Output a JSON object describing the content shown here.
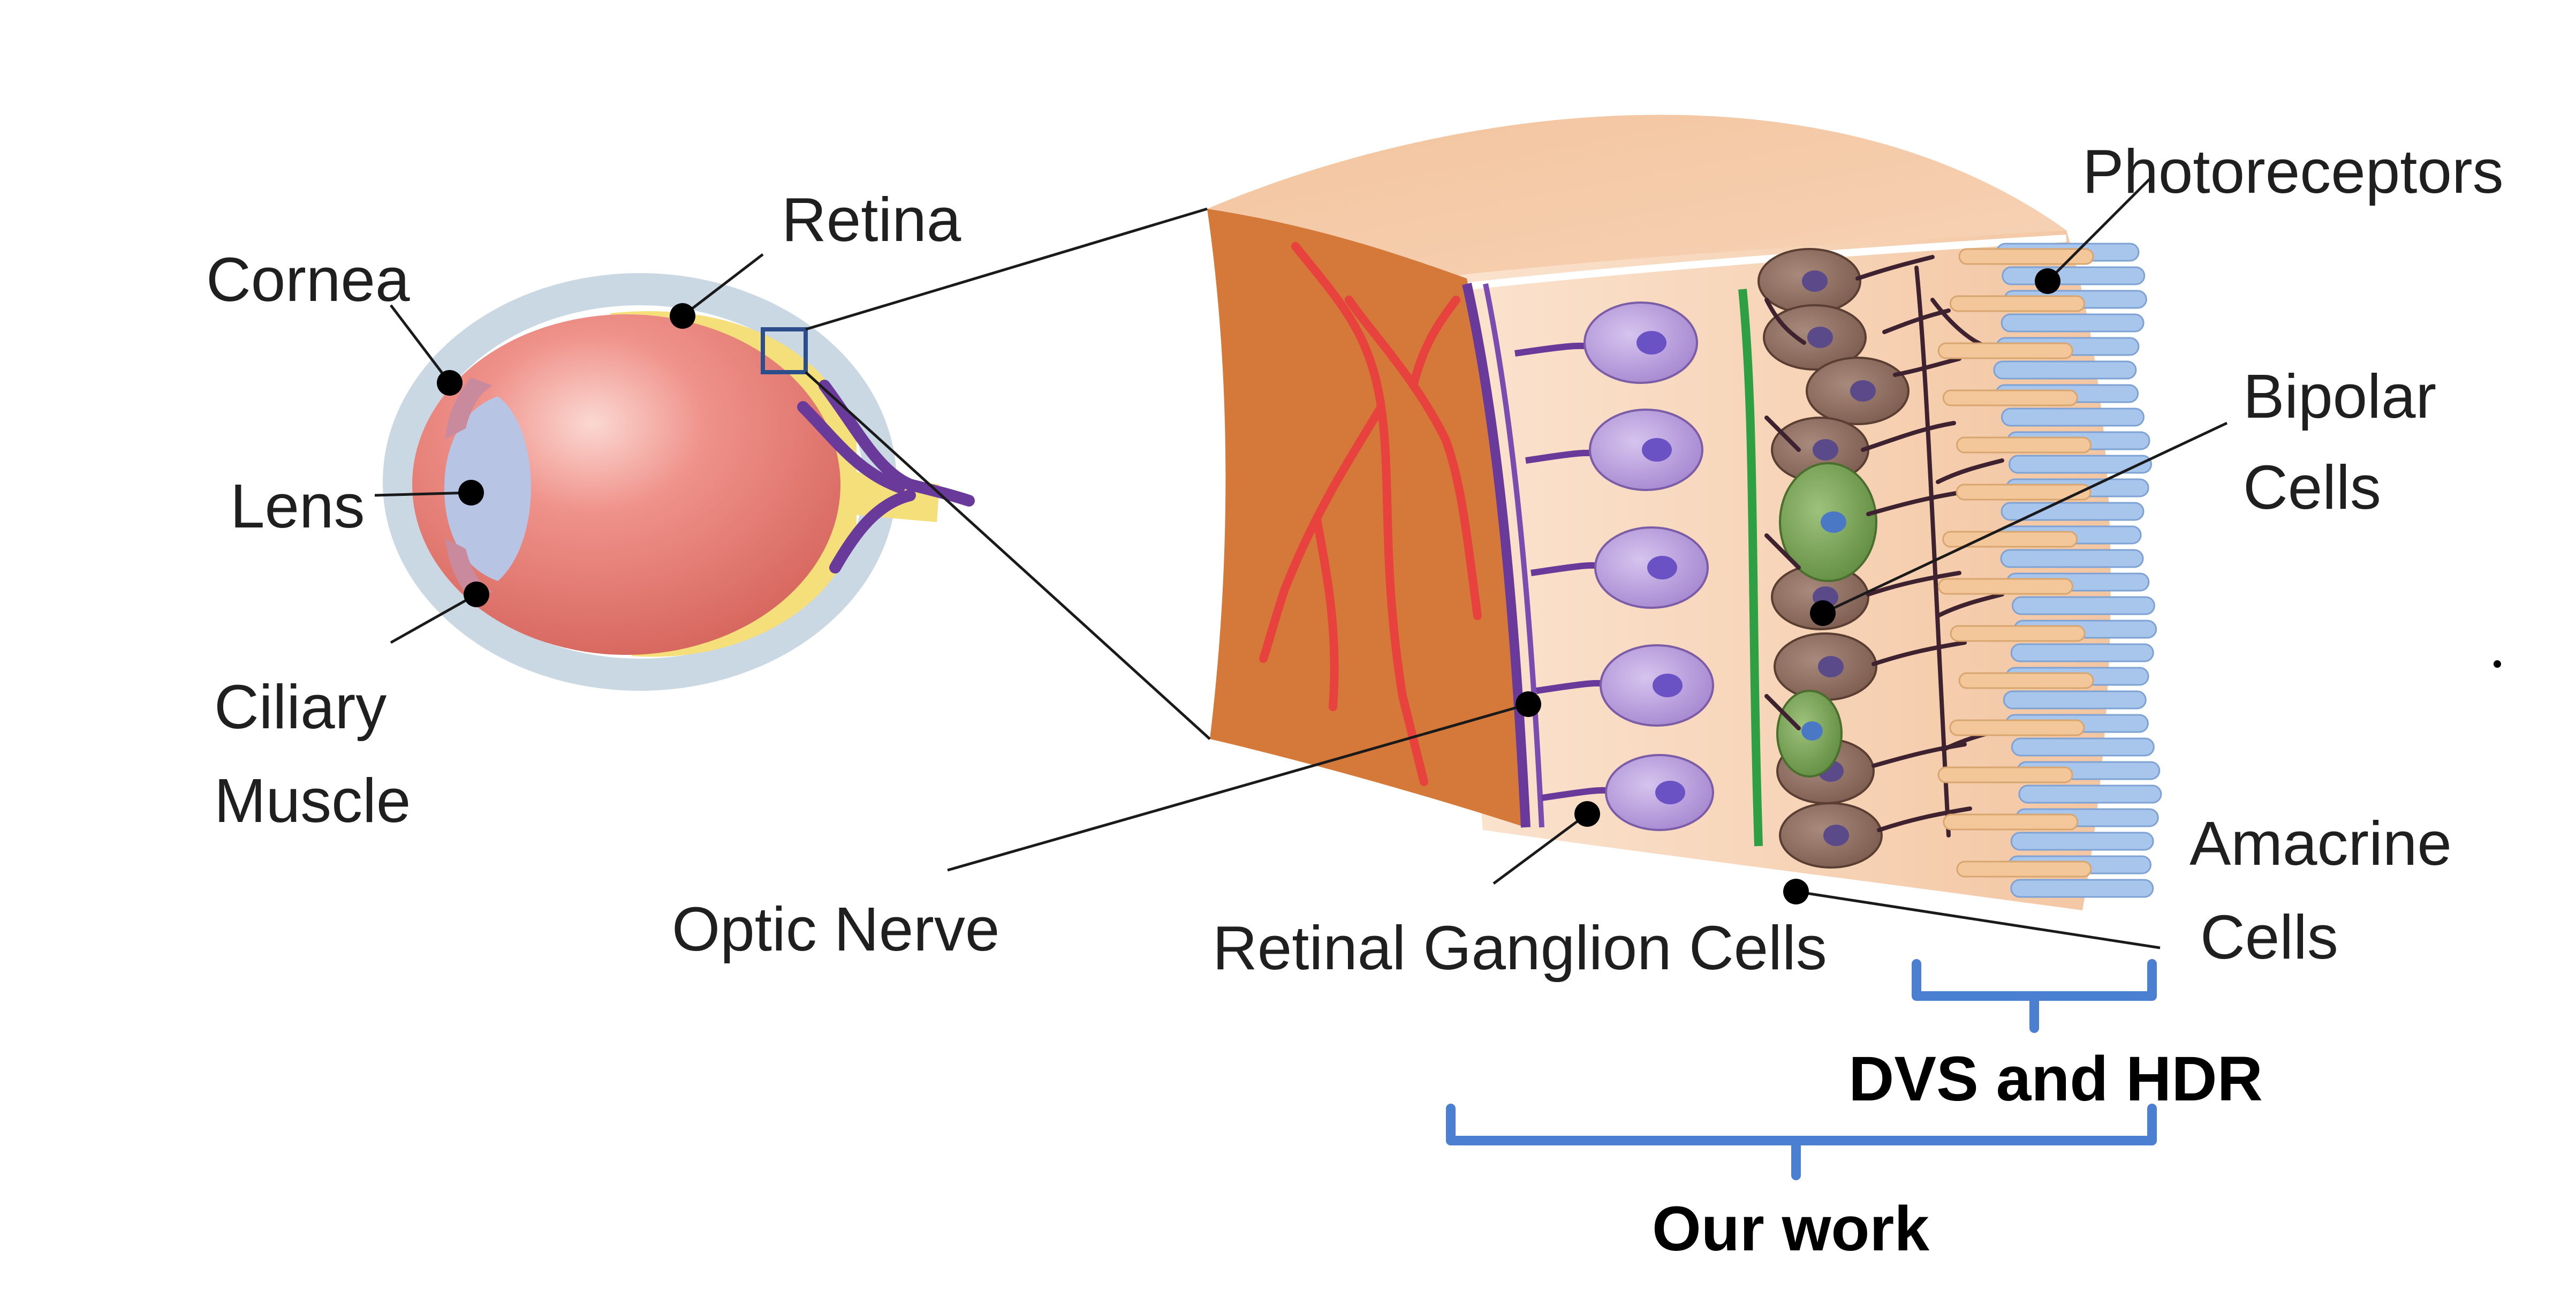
{
  "labels": {
    "cornea": "Cornea",
    "retina": "Retina",
    "lens": "Lens",
    "ciliary_line1": "Ciliary",
    "ciliary_line2": "Muscle",
    "optic_nerve": "Optic Nerve",
    "rgc": "Retinal Ganglion Cells",
    "photoreceptors": "Photoreceptors",
    "bipolar_line1": "Bipolar",
    "bipolar_line2": "Cells",
    "amacrine_line1": "Amacrine",
    "amacrine_line2": "Cells"
  },
  "brackets": {
    "dvs_hdr": "DVS and HDR",
    "our_work": "Our work"
  },
  "colors": {
    "bracket": "#4a7fd1",
    "sclera": "#c9d8e2",
    "eyeball": "#e2756b",
    "retina_layer": "#f4df7a",
    "nerve": "#6a3a9a",
    "tissue": "#f6c8a2",
    "tissue_front": "#d4793a",
    "vessel": "#e8423e",
    "ganglion_cell": "#b79ad8",
    "bipolar_cell": "#8a6a5c",
    "amacrine_cell": "#6f9a4f",
    "rod": "#a8c6ec",
    "cone": "#f4c79a"
  }
}
